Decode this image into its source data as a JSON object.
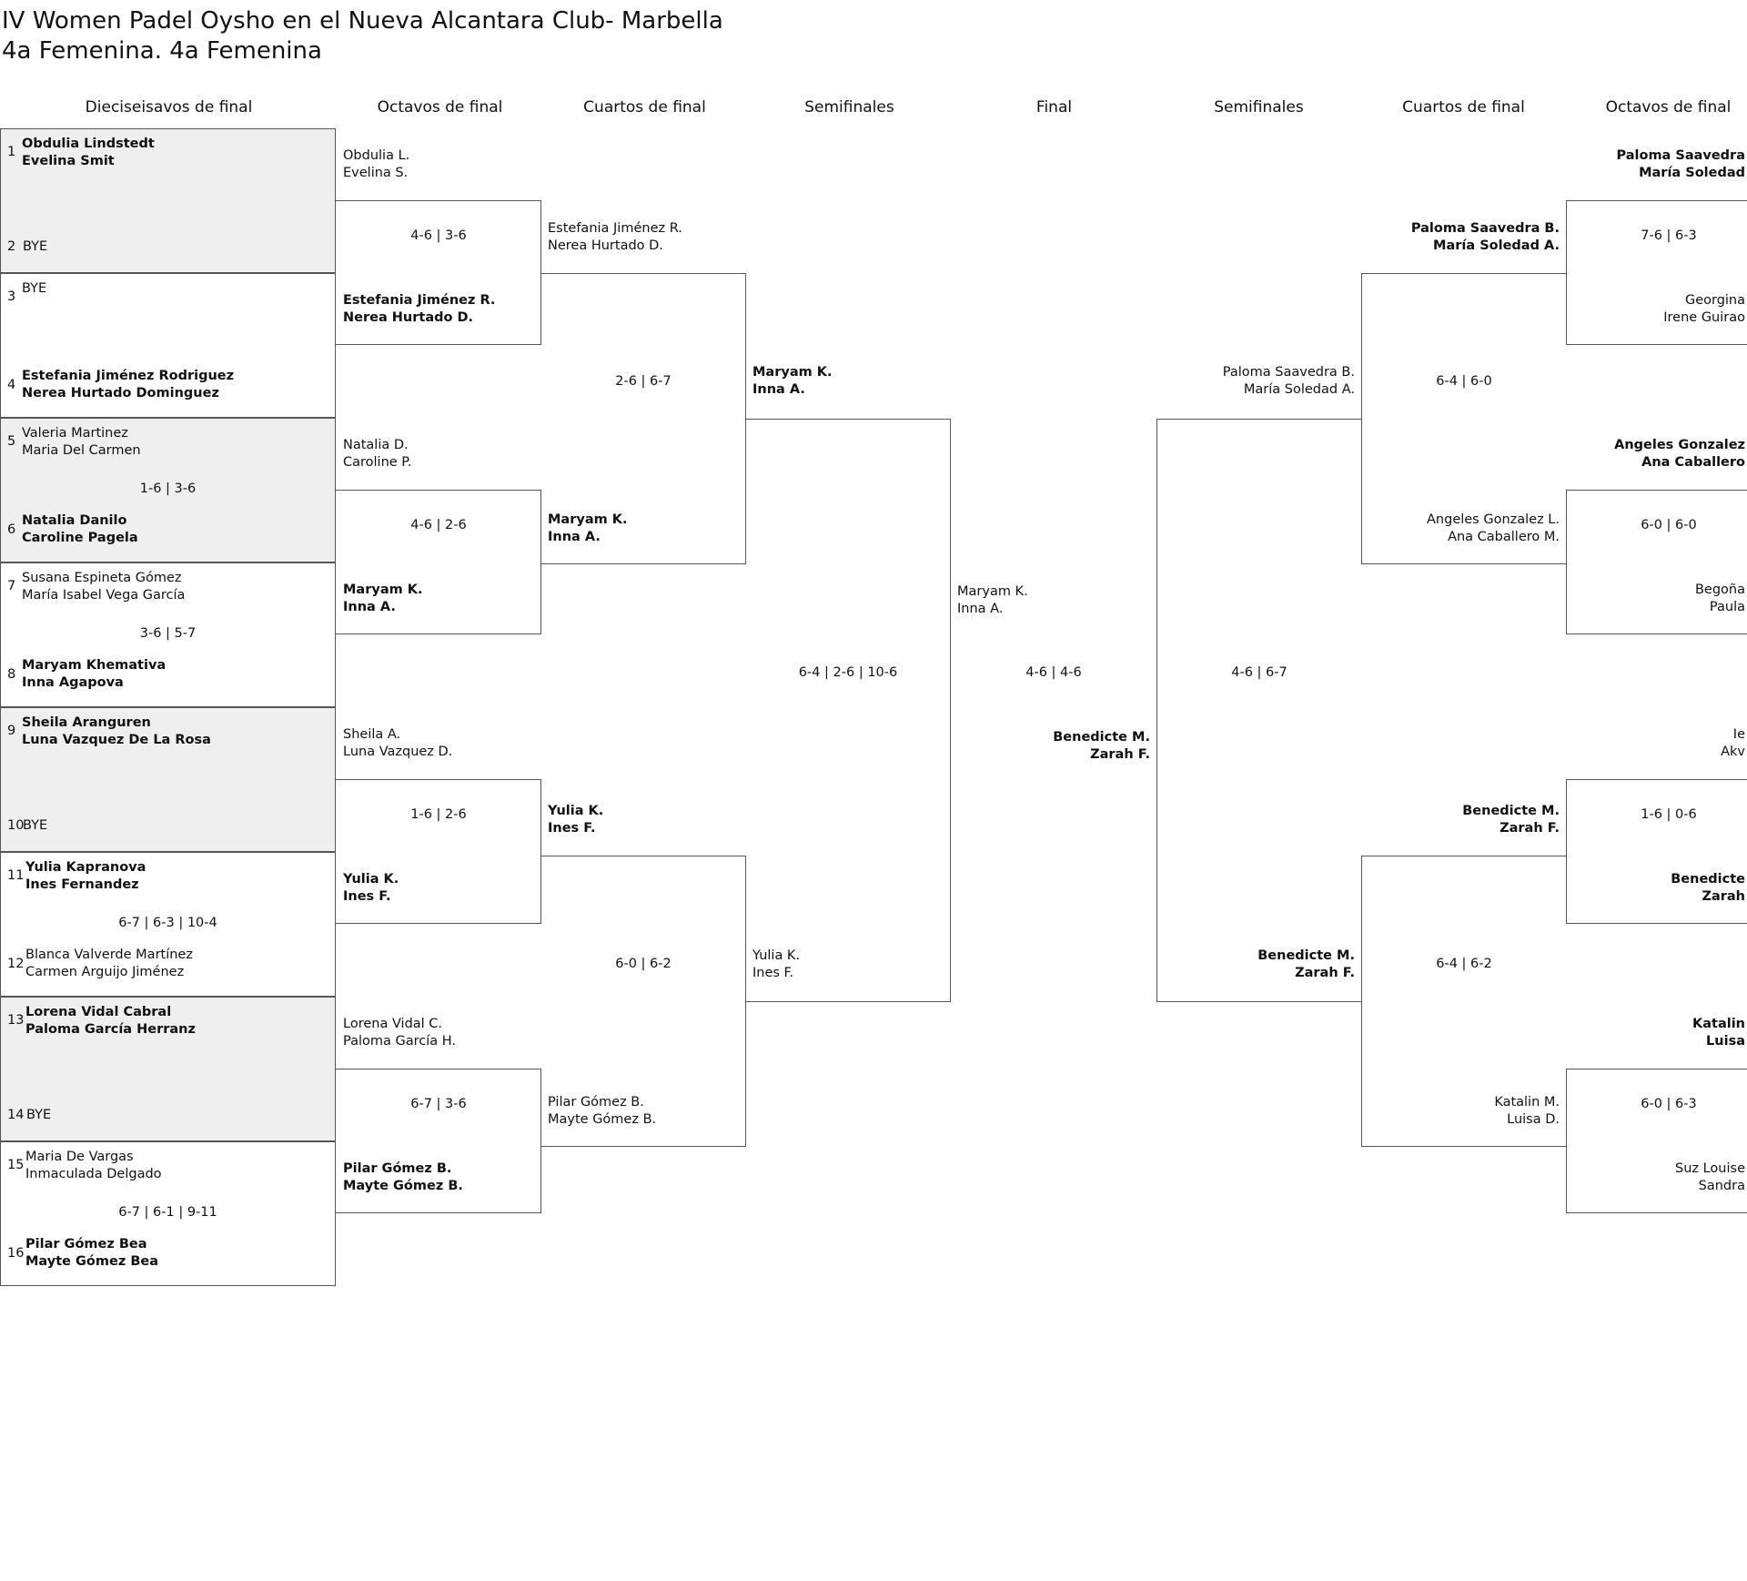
{
  "title": {
    "line1": "IV Women Padel Oysho en el Nueva Alcantara Club- Marbella",
    "line2": "4a Femenina. 4a Femenina"
  },
  "rounds": [
    "Dieciseisavos de final",
    "Octavos de final",
    "Cuartos de final",
    "Semifinales",
    "Final",
    "Semifinales",
    "Cuartos de final",
    "Octavos de final"
  ],
  "first_round": [
    {
      "score": "",
      "shaded": true,
      "top": {
        "num": "1",
        "p1": "Obdulia Lindstedt",
        "p2": "Evelina Smit",
        "winner": true
      },
      "bottom": {
        "num": "2",
        "p1": "BYE",
        "p2": "",
        "winner": false
      }
    },
    {
      "score": "",
      "shaded": false,
      "top": {
        "num": "3",
        "p1": "BYE",
        "p2": "",
        "winner": false
      },
      "bottom": {
        "num": "4",
        "p1": "Estefania Jiménez Rodriguez",
        "p2": "Nerea Hurtado Dominguez",
        "winner": true
      }
    },
    {
      "score": "1-6 | 3-6",
      "shaded": true,
      "top": {
        "num": "5",
        "p1": "Valeria Martinez",
        "p2": "Maria Del Carmen",
        "winner": false
      },
      "bottom": {
        "num": "6",
        "p1": "Natalia Danilo",
        "p2": "Caroline Pagela",
        "winner": true
      }
    },
    {
      "score": "3-6 | 5-7",
      "shaded": false,
      "top": {
        "num": "7",
        "p1": "Susana Espineta Gómez",
        "p2": "María Isabel Vega García",
        "winner": false
      },
      "bottom": {
        "num": "8",
        "p1": "Maryam Khemativa",
        "p2": "Inna Agapova",
        "winner": true
      }
    },
    {
      "score": "",
      "shaded": true,
      "top": {
        "num": "9",
        "p1": "Sheila Aranguren",
        "p2": "Luna Vazquez De La Rosa",
        "winner": true
      },
      "bottom": {
        "num": "10",
        "p1": "BYE",
        "p2": "",
        "winner": false
      }
    },
    {
      "score": "6-7 | 6-3 | 10-4",
      "shaded": false,
      "top": {
        "num": "11",
        "p1": "Yulia Kapranova",
        "p2": "Ines Fernandez",
        "winner": true
      },
      "bottom": {
        "num": "12",
        "p1": "Blanca Valverde Martínez",
        "p2": "Carmen Arguijo Jiménez",
        "winner": false
      }
    },
    {
      "score": "",
      "shaded": true,
      "top": {
        "num": "13",
        "p1": "Lorena Vidal Cabral",
        "p2": "Paloma García Herranz",
        "winner": true
      },
      "bottom": {
        "num": "14",
        "p1": "BYE",
        "p2": "",
        "winner": false
      }
    },
    {
      "score": "6-7 | 6-1 | 9-11",
      "shaded": false,
      "top": {
        "num": "15",
        "p1": "Maria De Vargas",
        "p2": "Inmaculada Delgado",
        "winner": false
      },
      "bottom": {
        "num": "16",
        "p1": "Pilar Gómez Bea",
        "p2": "Mayte Gómez Bea",
        "winner": true
      }
    }
  ],
  "left": {
    "octavos": [
      {
        "top": {
          "p1": "Obdulia L.",
          "p2": "Evelina S.",
          "winner": false
        },
        "bottom": {
          "p1": "Estefania Jiménez R.",
          "p2": "Nerea Hurtado D.",
          "winner": true
        },
        "score": "4-6 | 3-6"
      },
      {
        "top": {
          "p1": "Natalia D.",
          "p2": "Caroline P.",
          "winner": false
        },
        "bottom": {
          "p1": "Maryam K.",
          "p2": "Inna A.",
          "winner": true
        },
        "score": "4-6 | 2-6"
      },
      {
        "top": {
          "p1": "Sheila A.",
          "p2": "Luna Vazquez D.",
          "winner": false
        },
        "bottom": {
          "p1": "Yulia K.",
          "p2": "Ines F.",
          "winner": true
        },
        "score": "1-6 | 2-6"
      },
      {
        "top": {
          "p1": "Lorena Vidal C.",
          "p2": "Paloma García H.",
          "winner": false
        },
        "bottom": {
          "p1": "Pilar Gómez B.",
          "p2": "Mayte Gómez B.",
          "winner": true
        },
        "score": "6-7 | 3-6"
      }
    ],
    "cuartos": [
      {
        "top": {
          "p1": "Estefania Jiménez R.",
          "p2": "Nerea Hurtado D.",
          "winner": false
        },
        "bottom": {
          "p1": "Maryam K.",
          "p2": "Inna A.",
          "winner": true
        },
        "score": "2-6 | 6-7"
      },
      {
        "top": {
          "p1": "Yulia K.",
          "p2": "Ines F.",
          "winner": true
        },
        "bottom": {
          "p1": "Pilar Gómez B.",
          "p2": "Mayte Gómez B.",
          "winner": false
        },
        "score": "6-0 | 6-2"
      }
    ],
    "semis": [
      {
        "top": {
          "p1": "Maryam K.",
          "p2": "Inna A.",
          "winner": true
        },
        "bottom": {
          "p1": "Yulia K.",
          "p2": "Ines F.",
          "winner": false
        },
        "score": "6-4 | 2-6 | 10-6"
      }
    ]
  },
  "final": {
    "top": {
      "p1": "Maryam K.",
      "p2": "Inna A.",
      "winner": false
    },
    "bottom": {
      "p1": "Benedicte M.",
      "p2": "Zarah F.",
      "winner": true
    },
    "score": "4-6 | 4-6"
  },
  "right": {
    "semis": [
      {
        "top": {
          "p1": "Paloma Saavedra B.",
          "p2": "María Soledad A.",
          "winner": false
        },
        "bottom": {
          "p1": "Benedicte M.",
          "p2": "Zarah F.",
          "winner": true
        },
        "score": "4-6 | 6-7"
      }
    ],
    "cuartos": [
      {
        "top": {
          "p1": "Paloma Saavedra B.",
          "p2": "María Soledad A.",
          "winner": true
        },
        "bottom": {
          "p1": "Angeles Gonzalez L.",
          "p2": "Ana Caballero M.",
          "winner": false
        },
        "score": "6-4 | 6-0"
      },
      {
        "top": {
          "p1": "Benedicte M.",
          "p2": "Zarah F.",
          "winner": true
        },
        "bottom": {
          "p1": "Katalin M.",
          "p2": "Luisa D.",
          "winner": false
        },
        "score": "6-4 | 6-2"
      }
    ],
    "octavos": [
      {
        "top": {
          "p1": "Paloma Saavedra",
          "p2": "María Soledad",
          "winner": true
        },
        "bottom": {
          "p1": "Georgina",
          "p2": "Irene Guirao",
          "winner": false
        },
        "score": "7-6 | 6-3"
      },
      {
        "top": {
          "p1": "Angeles Gonzalez",
          "p2": "Ana Caballero",
          "winner": true
        },
        "bottom": {
          "p1": "Begoña",
          "p2": "Paula",
          "winner": false
        },
        "score": "6-0 | 6-0"
      },
      {
        "top": {
          "p1": "Ie",
          "p2": "Akv",
          "winner": false
        },
        "bottom": {
          "p1": "Benedicte",
          "p2": "Zarah",
          "winner": true
        },
        "score": "1-6 | 0-6"
      },
      {
        "top": {
          "p1": "Katalin",
          "p2": "Luisa",
          "winner": true
        },
        "bottom": {
          "p1": "Suz Louise",
          "p2": "Sandra",
          "winner": false
        },
        "score": "6-0 | 6-3"
      }
    ]
  }
}
